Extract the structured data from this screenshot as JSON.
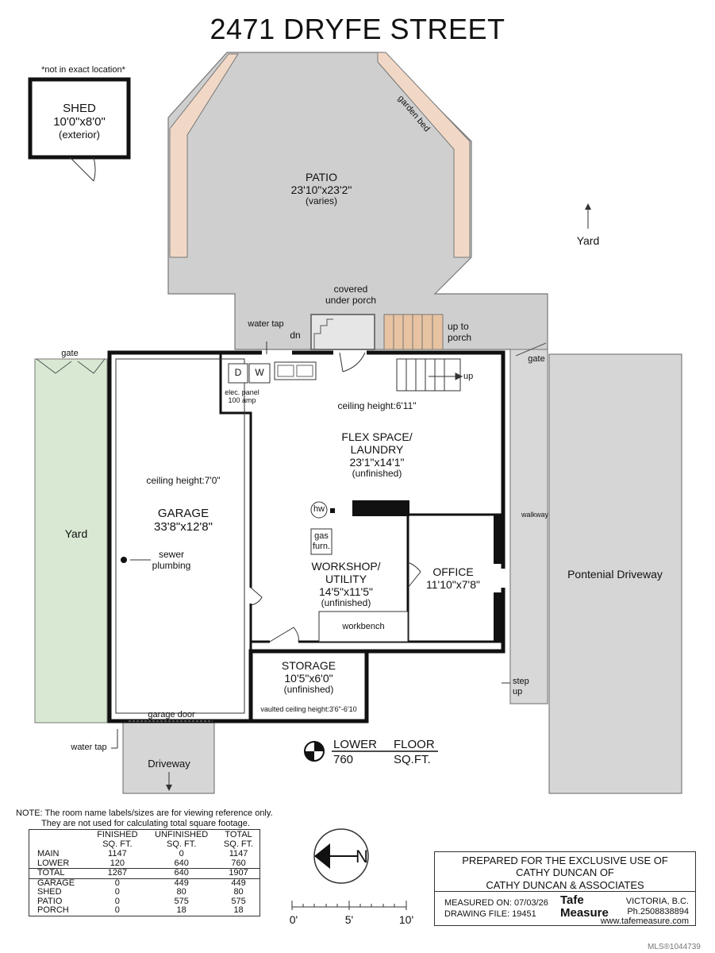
{
  "title": "2471 DRYFE STREET",
  "shed": {
    "note": "*not in exact location*",
    "name": "SHED",
    "size": "10'0\"x8'0\"",
    "qualifier": "(exterior)"
  },
  "patio": {
    "name": "PATIO",
    "size": "23'10\"x23'2\"",
    "qualifier": "(varies)",
    "garden_bed": "garden bed"
  },
  "yard_top": "Yard",
  "labels": {
    "covered_1": "covered",
    "covered_2": "under porch",
    "water_tap_top": "water tap",
    "dn": "dn",
    "up_to_1": "up to",
    "up_to_2": "porch",
    "gate_left": "gate",
    "gate_right": "gate",
    "dryer": "D",
    "washer": "W",
    "elec_1": "elec. panel",
    "elec_2": "100 amp",
    "up": "up",
    "ceiling_flex": "ceiling height:6'11\"",
    "walkway": "walkway",
    "ceiling_garage": "ceiling height:7'0\"",
    "hw": "hw",
    "gas_1": "gas",
    "gas_2": "furn.",
    "sewer_1": "sewer",
    "sewer_2": "plumbing",
    "workbench": "workbench",
    "step_1": "step",
    "step_2": "up",
    "garage_door": "garage door",
    "water_tap_bottom": "water tap",
    "vaulted": "vaulted ceiling height:3'6\"-6'10"
  },
  "rooms": {
    "flex": {
      "name_1": "FLEX SPACE/",
      "name_2": "LAUNDRY",
      "size": "23'1\"x14'1\"",
      "qualifier": "(unfinished)"
    },
    "garage": {
      "name": "GARAGE",
      "size": "33'8\"x12'8\""
    },
    "workshop": {
      "name_1": "WORKSHOP/",
      "name_2": "UTILITY",
      "size": "14'5\"x11'5\"",
      "qualifier": "(unfinished)"
    },
    "office": {
      "name": "OFFICE",
      "size": "11'10\"x7'8\""
    },
    "storage": {
      "name": "STORAGE",
      "size": "10'5\"x6'0\"",
      "qualifier": "(unfinished)"
    },
    "yard_left": "Yard",
    "driveway": "Driveway",
    "potential_driveway": "Pontenial Driveway"
  },
  "floor": {
    "label_1": "LOWER",
    "label_2": "FLOOR",
    "value": "760",
    "unit": "SQ.FT."
  },
  "note": {
    "line_1": "NOTE: The room name labels/sizes are for viewing reference only.",
    "line_2": "They are not used for calculating total square footage."
  },
  "area_table": {
    "headers": [
      [
        "",
        ""
      ],
      [
        "FINISHED",
        "SQ. FT."
      ],
      [
        "UNFINISHED",
        "SQ. FT."
      ],
      [
        "TOTAL",
        "SQ. FT."
      ]
    ],
    "rows": [
      [
        "MAIN",
        "1147",
        "0",
        "1147"
      ],
      [
        "LOWER",
        "120",
        "640",
        "760"
      ],
      [
        "TOTAL",
        "1267",
        "640",
        "1907"
      ],
      [
        "GARAGE",
        "0",
        "449",
        "449"
      ],
      [
        "SHED",
        "0",
        "80",
        "80"
      ],
      [
        "PATIO",
        "0",
        "575",
        "575"
      ],
      [
        "PORCH",
        "0",
        "18",
        "18"
      ]
    ]
  },
  "compass": "N",
  "scale": [
    "0'",
    "5'",
    "10'"
  ],
  "prepared": {
    "line_1": "PREPARED FOR THE EXCLUSIVE USE OF",
    "line_2": "CATHY DUNCAN OF",
    "line_3": "CATHY DUNCAN & ASSOCIATES"
  },
  "measured": {
    "measured_on_label": "MEASURED ON:",
    "measured_on": "07/03/26",
    "drawing_file_label": "DRAWING FILE:",
    "drawing_file": "19451",
    "logo_1": "Tafe",
    "logo_2": "Measure",
    "city": "VICTORIA, B.C.",
    "phone": "Ph.2508838894",
    "web": "www.tafemeasure.com"
  },
  "mls": "MLS®1044739"
}
